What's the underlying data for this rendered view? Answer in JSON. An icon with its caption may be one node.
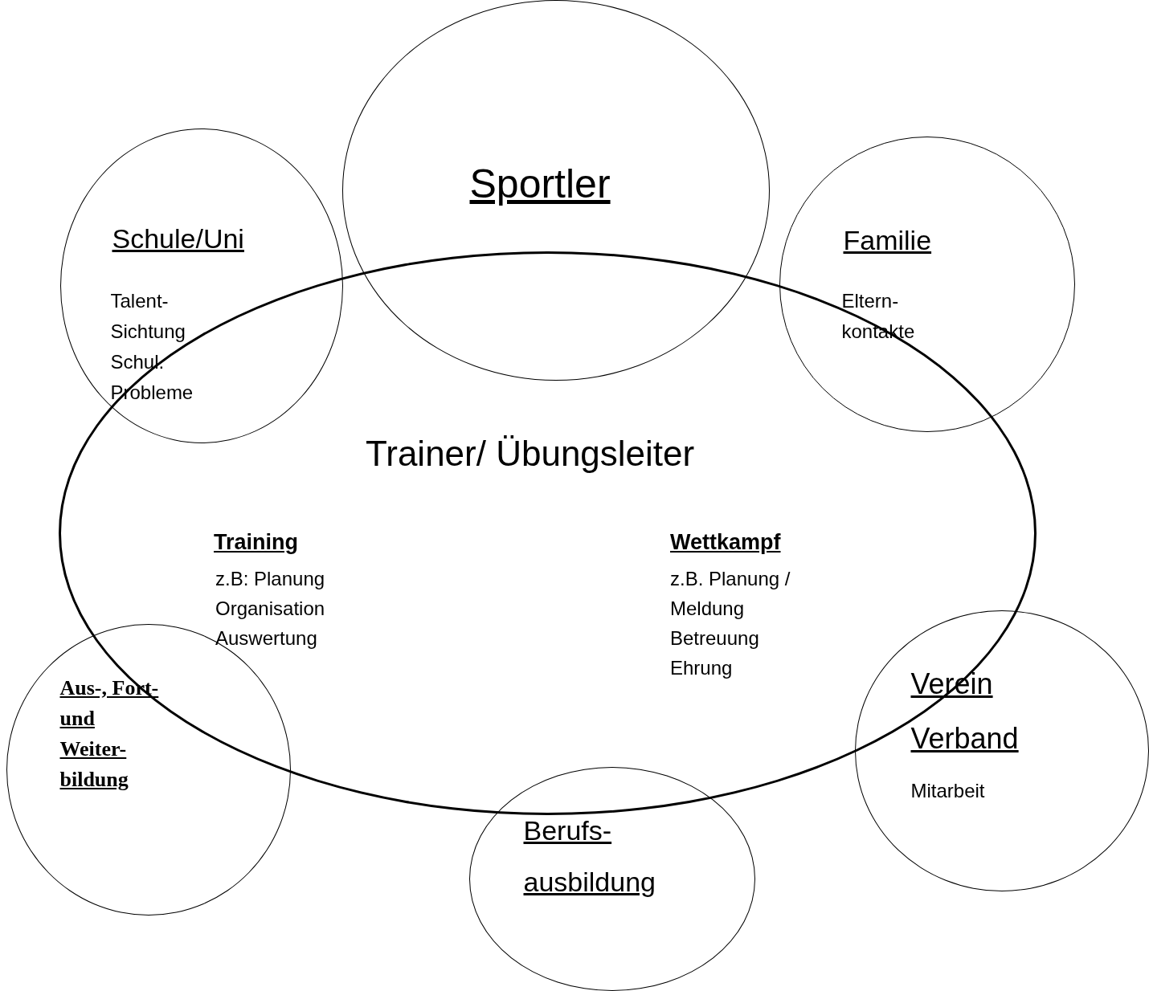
{
  "diagram": {
    "nodes": [
      {
        "text": [
          "Sportler"
        ]
      },
      {
        "text": [
          "Schule/Uni",
          "Talent- Sichtung Schul. Probleme"
        ]
      },
      {
        "text": [
          "Familie",
          "Eltern- kontakte"
        ]
      },
      {
        "text": [
          "Trainer/ Übungsleiter",
          "Training",
          "z.B: Planung Organisation Auswertung",
          "Wettkampf",
          "z.B. Planung / Meldung Betreuung Ehrung"
        ]
      },
      {
        "text": [
          "Aus-, Fort- und Weiter- bildung"
        ]
      },
      {
        "text": [
          "Verein Verband",
          "Mitarbeit"
        ]
      },
      {
        "text": [
          "Berufs- ausbildung"
        ]
      }
    ]
  }
}
